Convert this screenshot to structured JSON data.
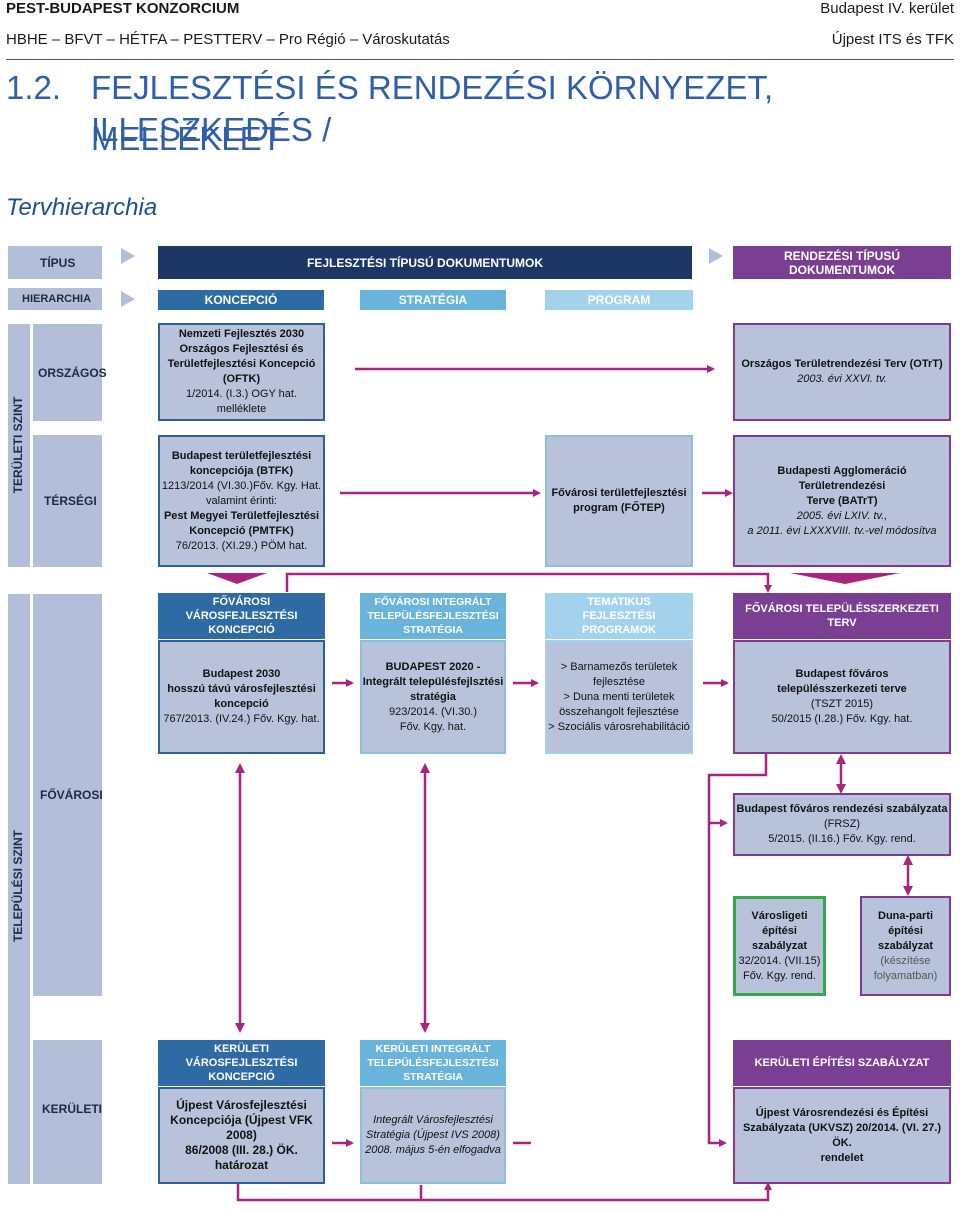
{
  "header": {
    "org": "PEST-BUDAPEST KONZORCIUM",
    "partners": "HBHE – BFVT – HÉTFA – PESTTERV – Pro Régió – Városkutatás",
    "district": "Budapest IV. kerület",
    "doc": "Újpest ITS és TFK"
  },
  "heading": {
    "number": "1.2.",
    "title_line1": "FEJLESZTÉSI ÉS RENDEZÉSI KÖRNYEZET, ILLESZKEDÉS /",
    "title_line2": "MELLÉKLET",
    "subtitle": "Tervhierarchia"
  },
  "diagram": {
    "row_labels": {
      "tipus": "TÍPUS",
      "hierarchia": "HIERARCHIA"
    },
    "types": {
      "fejlesztesi": "FEJLESZTÉSI TÍPUSÚ DOKUMENTUMOK",
      "rendezesi": "RENDEZÉSI TÍPUSÚ DOKUMENTUMOK"
    },
    "hierarchy": {
      "koncepcio": "KONCEPCIÓ",
      "strategia": "STRATÉGIA",
      "program": "PROGRAM"
    },
    "levels": {
      "teruleti": "TERÜLETI SZINT",
      "telepulesi": "TELEPÜLÉSI SZINT",
      "orszagos": "ORSZÁGOS",
      "tersegi": "TÉRSÉGI",
      "fovarosi": "FŐVÁROSI",
      "keruleti": "KERÜLETI"
    },
    "oftk": {
      "l1": "Nemzeti Fejlesztés 2030",
      "l2": "Országos Fejlesztési és",
      "l3": "Területfejlesztési Koncepció",
      "l4": "(OFTK)",
      "l5": "1/2014. (I.3.) OGY hat. melléklete"
    },
    "otrt": {
      "l1": "Országos Területrendezési Terv (OTrT)",
      "l2": "2003. évi XXVI. tv."
    },
    "btfk": {
      "l1": "Budapest területfejlesztési",
      "l2": "koncepciója (BTFK)",
      "l3": "1213/2014 (VI.30.)Főv. Kgy. Hat.",
      "l4": "valamint érinti:",
      "l5": "Pest Megyei Területfejlesztési",
      "l6": "Koncepció (PMTFK)",
      "l7": "76/2013. (XI.29.) PÖM hat."
    },
    "fotep": {
      "l1": "Fővárosi területfejlesztési",
      "l2": "program (FŐTEP)"
    },
    "batrt": {
      "l1": "Budapesti Agglomeráció Területrendezési",
      "l2": "Terve (BATrT)",
      "l3": "2005. évi LXIV. tv.,",
      "l4": "a 2011. évi LXXXVIII. tv.-vel módosítva"
    },
    "fov_head": {
      "koncepcio": "FŐVÁROSI VÁROSFEJLESZTÉSI KONCEPCIÓ",
      "strategia": "FŐVÁROSI INTEGRÁLT TELEPÜLÉSFEJLESZTÉSI STRATÉGIA",
      "program": "TEMATIKUS FEJLESZTÉSI PROGRAMOK",
      "terv": "FŐVÁROSI TELEPÜLÉSSZERKEZETI TERV"
    },
    "bp2030": {
      "l1": "Budapest 2030",
      "l2": "hosszú távú városfejlesztési",
      "l3": "koncepció",
      "l4": "767/2013. (IV.24.) Főv. Kgy. hat."
    },
    "bp2020": {
      "l1": "BUDAPEST 2020 -",
      "l2": "Integrált településfejlsztési",
      "l3": "stratégia",
      "l4": "923/2014. (VI.30.)",
      "l5": "Főv. Kgy. hat."
    },
    "tematikus": {
      "l1": "> Barnamezős területek",
      "l2": "fejlesztése",
      "l3": "> Duna menti területek",
      "l4": "összehangolt fejlesztése",
      "l5": "> Szociális városrehabilitáció"
    },
    "tszt": {
      "l1": "Budapest főváros",
      "l2": "településszerkezeti terve",
      "l3": "(TSZT 2015)",
      "l4": "50/2015 (I.28.) Főv. Kgy. hat."
    },
    "frsz": {
      "l1": "Budapest főváros rendezési szabályzata",
      "l2": "(FRSZ)",
      "l3": "5/2015. (II.16.) Főv. Kgy. rend."
    },
    "varosliget": {
      "l1": "Városligeti építési",
      "l2": "szabályzat",
      "l3": "32/2014. (VII.15)",
      "l4": "Főv. Kgy. rend."
    },
    "dunaparti": {
      "l1": "Duna-parti építési",
      "l2": "szabályzat",
      "l3": "(készítése",
      "l4": "folyamatban)"
    },
    "ker_head": {
      "koncepcio": "KERÜLETI VÁROSFEJLESZTÉSI KONCEPCIÓ",
      "strategia": "KERÜLETI INTEGRÁLT TELEPÜLÉSFEJLESZTÉSI STRATÉGIA",
      "szabalyzat": "KERÜLETI ÉPÍTÉSI SZABÁLYZAT"
    },
    "ujpest_vfk": {
      "l1": "Újpest Városfejlesztési",
      "l2": "Koncepciója (Újpest VFK 2008)",
      "l3": "86/2008 (III. 28.) ÖK. határozat"
    },
    "ujpest_ivs": {
      "l1": "Integrált Városfejlesztési",
      "l2": "Stratégia (Újpest IVS 2008)",
      "l3": "2008. május 5-én elfogadva"
    },
    "ukvsz": {
      "l1": "Újpest Városrendezési és Építési",
      "l2": "Szabályzata (UKVSZ) 20/2014. (VI. 27.) ÖK.",
      "l3": "rendelet"
    }
  },
  "colors": {
    "navy": "#1c3766",
    "blue": "#2e6aa3",
    "light_blue": "#69b4db",
    "pale_blue": "#a3d3ec",
    "purple": "#7a3f93",
    "magenta": "#a8257f",
    "box": "#b8c3db",
    "label": "#b3bfd9"
  }
}
